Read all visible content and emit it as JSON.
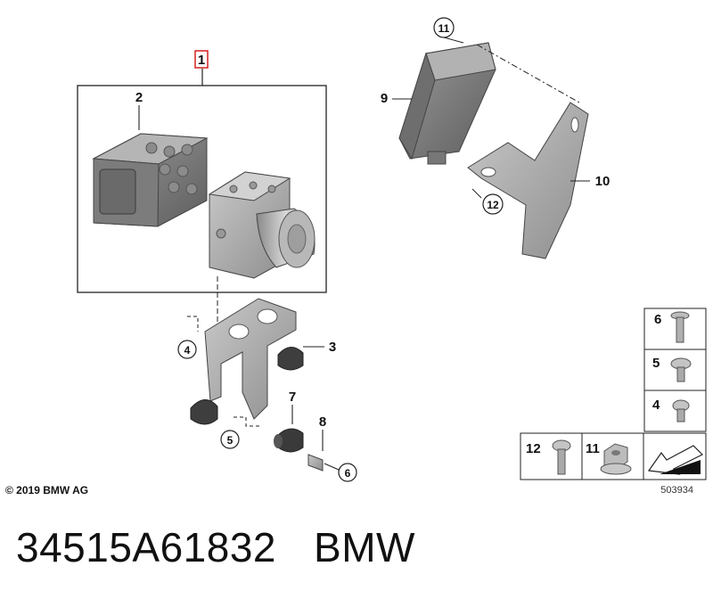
{
  "diagram": {
    "callouts": {
      "c1": "1",
      "c2": "2",
      "c3": "3",
      "c4": "4",
      "c5": "5",
      "c6": "6",
      "c7": "7",
      "c8": "8",
      "c9": "9",
      "c10": "10",
      "c11": "11",
      "c12": "12"
    },
    "legend": {
      "l6": "6",
      "l5": "5",
      "l4": "4",
      "l12": "12",
      "l11": "11"
    },
    "copyright": "© 2019 BMW AG",
    "document_number": "503934"
  },
  "caption": {
    "part_number": "34515A61832",
    "brand": "BMW"
  }
}
